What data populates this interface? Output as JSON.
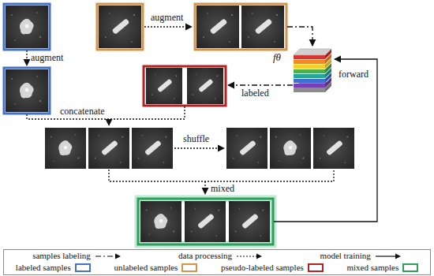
{
  "diagram": {
    "nodes": [
      {
        "text": [
          "fθ"
        ]
      }
    ],
    "labels": [
      "augment",
      "augment",
      "labeled",
      "concatenate",
      "shuffle",
      "mixed",
      "forward"
    ],
    "legend": [
      {
        "text": "samples labeling"
      },
      {
        "text": "data processing"
      },
      {
        "text": "model training"
      },
      {
        "text": "labeled samples",
        "color": "#4472c4"
      },
      {
        "text": "unlabeled samples",
        "color": "#d4944a"
      },
      {
        "text": "pseudo-labeled samples",
        "color": "#b22222"
      },
      {
        "text": "mixed samples",
        "color": "#2e9e5b"
      }
    ]
  }
}
